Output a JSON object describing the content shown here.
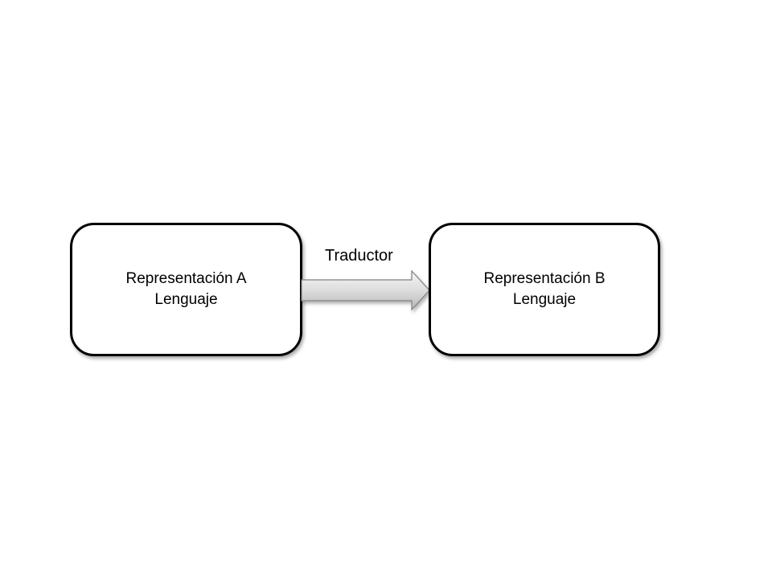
{
  "diagram": {
    "nodes": [
      {
        "id": "a",
        "line1": "Representación A",
        "line2": "Lenguaje"
      },
      {
        "id": "b",
        "line1": "Representación B",
        "line2": "Lenguaje"
      }
    ],
    "edge": {
      "from": "a",
      "to": "b",
      "label": "Traductor"
    },
    "colors": {
      "stroke": "#000000",
      "node_fill": "#ffffff",
      "arrow_fill_light": "#f2f2f2",
      "arrow_fill_dark": "#bdbdbd",
      "arrow_stroke": "#7f7f7f"
    }
  }
}
